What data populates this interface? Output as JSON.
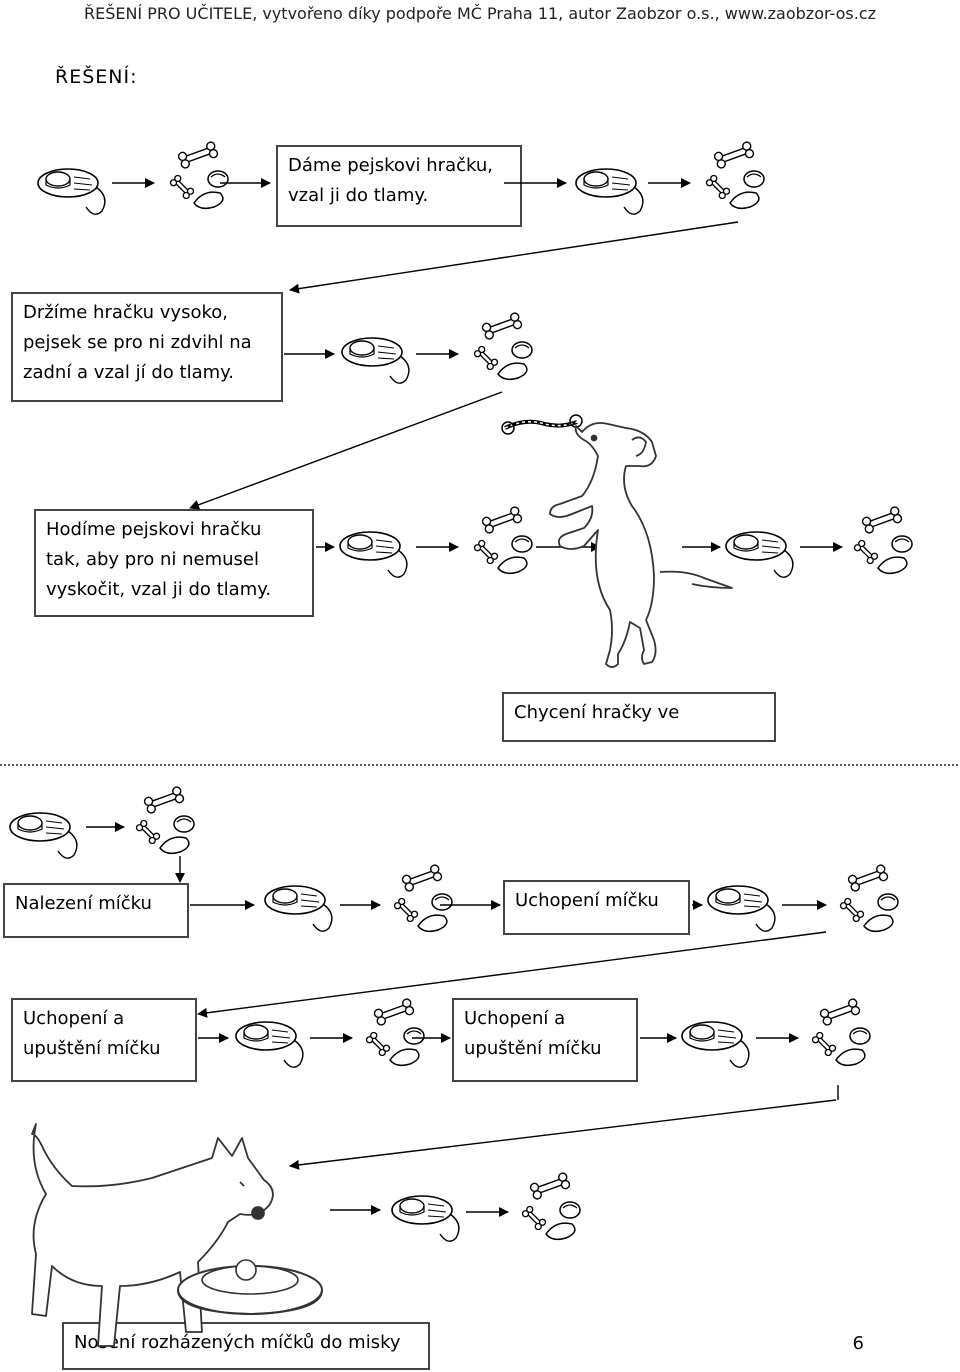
{
  "header": "ŘEŠENÍ PRO UČITELE, vytvořeno díky podpoře MČ Praha 11, autor Zaobzor o.s., www.zaobzor-os.cz",
  "title": "ŘEŠENÍ:",
  "boxes": {
    "b1": [
      "Dáme pejskovi hračku,",
      "vzal ji do tlamy."
    ],
    "b2": [
      "Držíme hračku vysoko,",
      "pejsek se pro ni zdvihl na",
      "zadní a vzal jí do tlamy."
    ],
    "b3": [
      "Hodíme pejskovi hračku",
      "tak, aby pro ni nemusel",
      "vyskočit, vzal ji do tlamy."
    ],
    "b4": [
      "Chycení hračky ve"
    ],
    "b5": [
      "Nalezení míčku"
    ],
    "b6": [
      "Uchopení míčku"
    ],
    "b7": [
      "Uchopení a",
      "upuštění míčku"
    ],
    "b8": [
      "Uchopení a",
      "upuštění míčku"
    ],
    "b9": [
      "Nošení rozházených míčků do misky"
    ]
  },
  "icons": {
    "clicker": "clicker-icon",
    "treats": "treats-icon",
    "dog_jumping": "jumping-dog-illustration",
    "dog_bowl": "dog-with-bowl-illustration",
    "rope_toy": "rope-toy-icon"
  },
  "page_number": "6"
}
